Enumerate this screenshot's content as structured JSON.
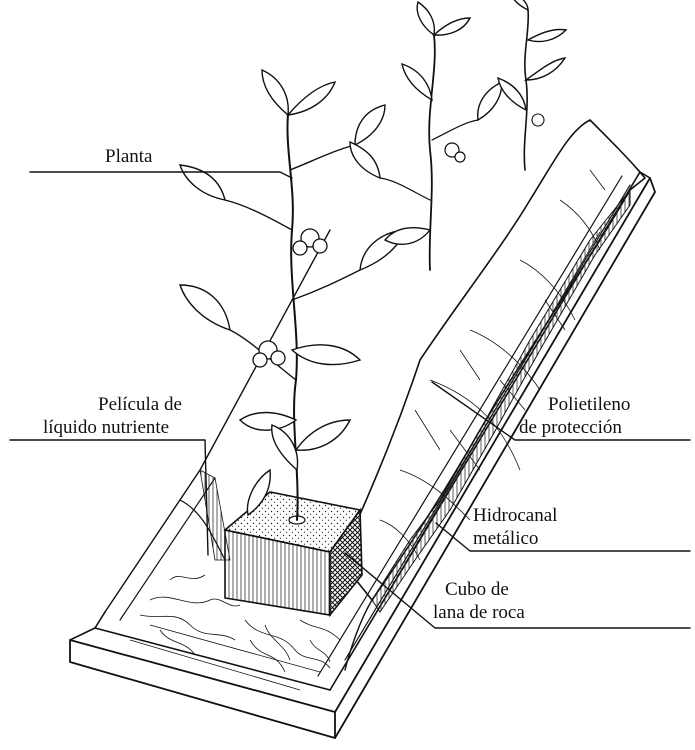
{
  "labels": {
    "planta": "Planta",
    "pelicula_1": "Película de",
    "pelicula_2": "líquido nutriente",
    "polietileno_1": "Polietileno",
    "polietileno_2": "de protección",
    "hidrocanal_1": "Hidrocanal",
    "hidrocanal_2": "metálico",
    "cubo_1": "Cubo de",
    "cubo_2": "lana de roca"
  }
}
